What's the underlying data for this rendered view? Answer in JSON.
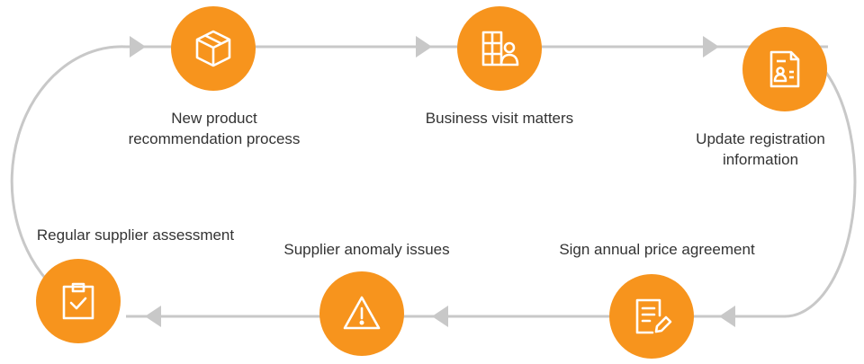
{
  "colors": {
    "accent": "#f7941d",
    "connector": "#c8c8c8",
    "icon": "#ffffff",
    "text": "#333333"
  },
  "steps": [
    {
      "icon": "cube-icon",
      "label_lines": [
        "New product",
        "recommendation process"
      ]
    },
    {
      "icon": "building-person-icon",
      "label_lines": [
        "Business visit matters"
      ]
    },
    {
      "icon": "id-document-icon",
      "label_lines": [
        "Update registration",
        "information"
      ]
    },
    {
      "icon": "document-pen-icon",
      "label_lines": [
        "Sign annual price agreement"
      ]
    },
    {
      "icon": "warning-icon",
      "label_lines": [
        "Supplier anomaly issues"
      ]
    },
    {
      "icon": "clipboard-check-icon",
      "label_lines": [
        "Regular supplier assessment"
      ]
    }
  ]
}
